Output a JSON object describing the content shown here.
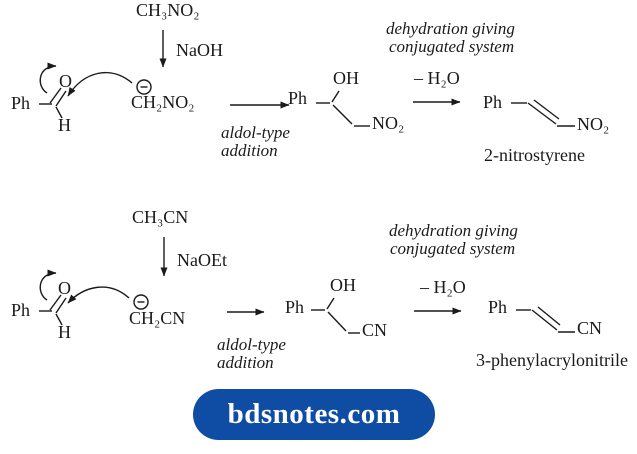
{
  "colors": {
    "ink": "#1a1a1a",
    "badge_bg": "#0e4da3",
    "badge_text": "#ffffff"
  },
  "schemes": [
    {
      "id": "nitromethane-condensation",
      "reagent": "CH₃NO₂",
      "base": "NaOH",
      "charge_symbol": "⊖",
      "carbanion": "CH₂NO₂",
      "aldehyde": {
        "ph": "Ph",
        "o": "O",
        "h": "H"
      },
      "step1_label_line1": "aldol-type",
      "step1_label_line2": "addition",
      "adduct": {
        "ph": "Ph",
        "oh": "OH",
        "group": "NO₂"
      },
      "step2_condition": "– H₂O",
      "step2_label_line1": "dehydration giving",
      "step2_label_line2": "conjugated system",
      "product": {
        "ph": "Ph",
        "group": "NO₂",
        "name": "2-nitrostyrene"
      }
    },
    {
      "id": "acetonitrile-condensation",
      "reagent": "CH₃CN",
      "base": "NaOEt",
      "charge_symbol": "⊖",
      "carbanion": "CH₂CN",
      "aldehyde": {
        "ph": "Ph",
        "o": "O",
        "h": "H"
      },
      "step1_label_line1": "aldol-type",
      "step1_label_line2": "addition",
      "adduct": {
        "ph": "Ph",
        "oh": "OH",
        "group": "CN"
      },
      "step2_condition": "– H₂O",
      "step2_label_line1": "dehydration giving",
      "step2_label_line2": "conjugated system",
      "product": {
        "ph": "Ph",
        "group": "CN",
        "name": "3-phenylacrylonitrile"
      }
    }
  ],
  "watermark": {
    "label": "bdsnotes.com"
  }
}
